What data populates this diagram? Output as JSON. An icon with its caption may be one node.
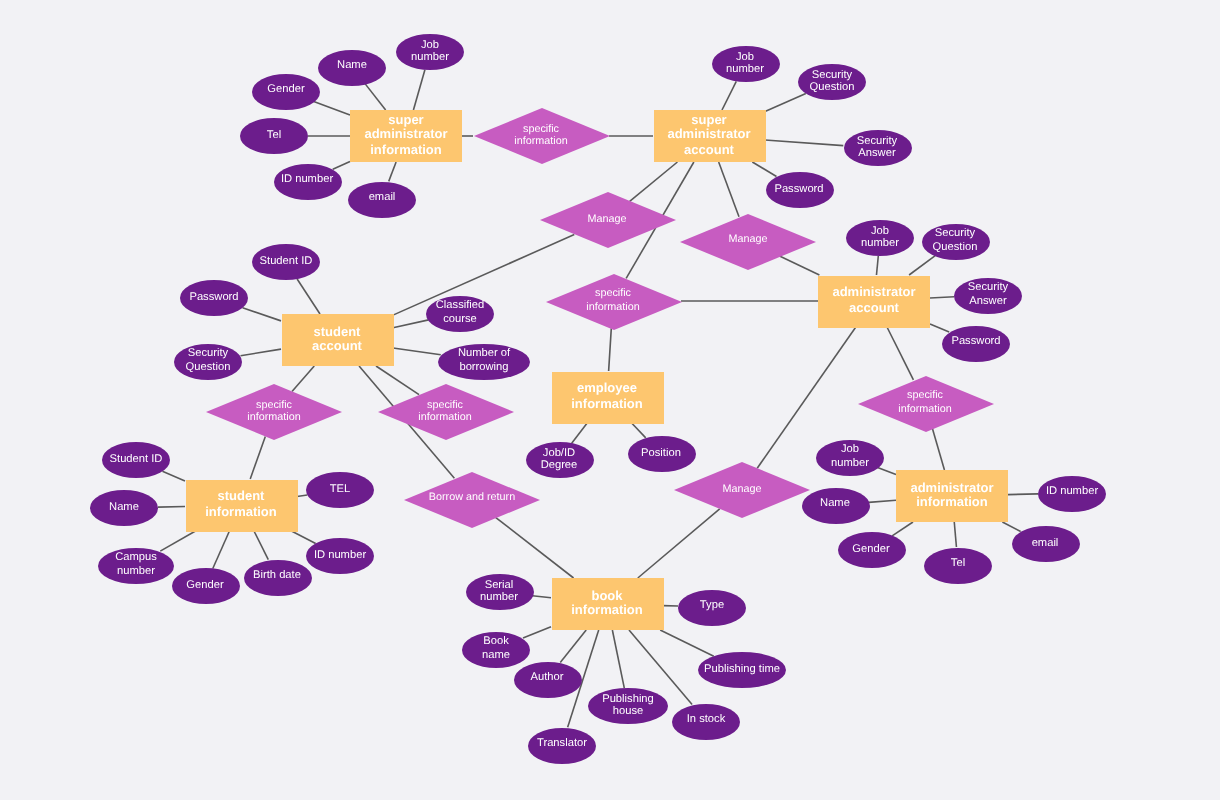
{
  "diagram": {
    "nodes": [
      {
        "text": [
          "super administrator information"
        ]
      },
      {
        "text": [
          "Job number"
        ]
      },
      {
        "text": [
          "Name"
        ]
      },
      {
        "text": [
          "Gender"
        ]
      },
      {
        "text": [
          "Tel"
        ]
      },
      {
        "text": [
          "ID number"
        ]
      },
      {
        "text": [
          "email"
        ]
      },
      {
        "text": [
          "specific information"
        ]
      },
      {
        "text": [
          "super administrator account"
        ]
      },
      {
        "text": [
          "Job number"
        ]
      },
      {
        "text": [
          "Security Question"
        ]
      },
      {
        "text": [
          "Security Answer"
        ]
      },
      {
        "text": [
          "Password"
        ]
      },
      {
        "text": [
          "Manage"
        ]
      },
      {
        "text": [
          "Manage"
        ]
      },
      {
        "text": [
          "Student ID"
        ]
      },
      {
        "text": [
          "Password"
        ]
      },
      {
        "text": [
          "Security Question"
        ]
      },
      {
        "text": [
          "student account"
        ]
      },
      {
        "text": [
          "Classified course"
        ]
      },
      {
        "text": [
          "Number of borrowing"
        ]
      },
      {
        "text": [
          "specific information"
        ]
      },
      {
        "text": [
          "administrator account"
        ]
      },
      {
        "text": [
          "Job number"
        ]
      },
      {
        "text": [
          "Security Question"
        ]
      },
      {
        "text": [
          "Security Answer"
        ]
      },
      {
        "text": [
          "Password"
        ]
      },
      {
        "text": [
          "employee information"
        ]
      },
      {
        "text": [
          "specific information"
        ]
      },
      {
        "text": [
          "specific information"
        ]
      },
      {
        "text": [
          "specific information"
        ]
      },
      {
        "text": [
          "Job/ID Degree"
        ]
      },
      {
        "text": [
          "Position"
        ]
      },
      {
        "text": [
          "Student ID"
        ]
      },
      {
        "text": [
          "Name"
        ]
      },
      {
        "text": [
          "Campus number"
        ]
      },
      {
        "text": [
          "student information"
        ]
      },
      {
        "text": [
          "TEL"
        ]
      },
      {
        "text": [
          "ID number"
        ]
      },
      {
        "text": [
          "Gender"
        ]
      },
      {
        "text": [
          "Birth date"
        ]
      },
      {
        "text": [
          "Borrow and return"
        ]
      },
      {
        "text": [
          "Manage"
        ]
      },
      {
        "text": [
          "administrator information"
        ]
      },
      {
        "text": [
          "Job number"
        ]
      },
      {
        "text": [
          "Name"
        ]
      },
      {
        "text": [
          "Gender"
        ]
      },
      {
        "text": [
          "Tel"
        ]
      },
      {
        "text": [
          "ID number"
        ]
      },
      {
        "text": [
          "email"
        ]
      },
      {
        "text": [
          "Serial number"
        ]
      },
      {
        "text": [
          "Book name"
        ]
      },
      {
        "text": [
          "book information"
        ]
      },
      {
        "text": [
          "Type"
        ]
      },
      {
        "text": [
          "Author"
        ]
      },
      {
        "text": [
          "Publishing house"
        ]
      },
      {
        "text": [
          "Publishing time"
        ]
      },
      {
        "text": [
          "Translator"
        ]
      },
      {
        "text": [
          "In stock"
        ]
      }
    ],
    "edges": [
      {
        "from": 1,
        "to": 0,
        "arrow": "none"
      },
      {
        "from": 2,
        "to": 0,
        "arrow": "none"
      },
      {
        "from": 3,
        "to": 0,
        "arrow": "none"
      },
      {
        "from": 4,
        "to": 0,
        "arrow": "none"
      },
      {
        "from": 5,
        "to": 0,
        "arrow": "none"
      },
      {
        "from": 6,
        "to": 0,
        "arrow": "none"
      },
      {
        "from": 0,
        "to": 7,
        "arrow": "none"
      },
      {
        "from": 7,
        "to": 8,
        "arrow": "none"
      },
      {
        "from": 9,
        "to": 8,
        "arrow": "none"
      },
      {
        "from": 10,
        "to": 8,
        "arrow": "none"
      },
      {
        "from": 11,
        "to": 8,
        "arrow": "none"
      },
      {
        "from": 12,
        "to": 8,
        "arrow": "none"
      },
      {
        "from": 8,
        "to": 13,
        "arrow": "none"
      },
      {
        "from": 13,
        "to": 18,
        "arrow": "none"
      },
      {
        "from": 8,
        "to": 14,
        "arrow": "none"
      },
      {
        "from": 14,
        "to": 22,
        "arrow": "none"
      },
      {
        "from": 15,
        "to": 18,
        "arrow": "none"
      },
      {
        "from": 16,
        "to": 18,
        "arrow": "none"
      },
      {
        "from": 17,
        "to": 18,
        "arrow": "none"
      },
      {
        "from": 19,
        "to": 18,
        "arrow": "none"
      },
      {
        "from": 20,
        "to": 18,
        "arrow": "none"
      },
      {
        "from": 8,
        "to": 21,
        "arrow": "none"
      },
      {
        "from": 21,
        "to": 22,
        "arrow": "none"
      },
      {
        "from": 21,
        "to": 27,
        "arrow": "none"
      },
      {
        "from": 23,
        "to": 22,
        "arrow": "none"
      },
      {
        "from": 24,
        "to": 22,
        "arrow": "none"
      },
      {
        "from": 25,
        "to": 22,
        "arrow": "none"
      },
      {
        "from": 26,
        "to": 22,
        "arrow": "none"
      },
      {
        "from": 18,
        "to": 28,
        "arrow": "none"
      },
      {
        "from": 28,
        "to": 36,
        "arrow": "none"
      },
      {
        "from": 18,
        "to": 29,
        "arrow": "none"
      },
      {
        "from": 22,
        "to": 30,
        "arrow": "none"
      },
      {
        "from": 30,
        "to": 43,
        "arrow": "none"
      },
      {
        "from": 31,
        "to": 27,
        "arrow": "none"
      },
      {
        "from": 32,
        "to": 27,
        "arrow": "none"
      },
      {
        "from": 33,
        "to": 36,
        "arrow": "none"
      },
      {
        "from": 34,
        "to": 36,
        "arrow": "none"
      },
      {
        "from": 35,
        "to": 36,
        "arrow": "none"
      },
      {
        "from": 37,
        "to": 36,
        "arrow": "none"
      },
      {
        "from": 38,
        "to": 36,
        "arrow": "none"
      },
      {
        "from": 39,
        "to": 36,
        "arrow": "none"
      },
      {
        "from": 40,
        "to": 36,
        "arrow": "none"
      },
      {
        "from": 18,
        "to": 41,
        "arrow": "none"
      },
      {
        "from": 41,
        "to": 52,
        "arrow": "none"
      },
      {
        "from": 22,
        "to": 42,
        "arrow": "none"
      },
      {
        "from": 42,
        "to": 52,
        "arrow": "none"
      },
      {
        "from": 44,
        "to": 43,
        "arrow": "none"
      },
      {
        "from": 45,
        "to": 43,
        "arrow": "none"
      },
      {
        "from": 46,
        "to": 43,
        "arrow": "none"
      },
      {
        "from": 47,
        "to": 43,
        "arrow": "none"
      },
      {
        "from": 48,
        "to": 43,
        "arrow": "none"
      },
      {
        "from": 49,
        "to": 43,
        "arrow": "none"
      },
      {
        "from": 50,
        "to": 52,
        "arrow": "none"
      },
      {
        "from": 51,
        "to": 52,
        "arrow": "none"
      },
      {
        "from": 53,
        "to": 52,
        "arrow": "none"
      },
      {
        "from": 54,
        "to": 52,
        "arrow": "none"
      },
      {
        "from": 55,
        "to": 52,
        "arrow": "none"
      },
      {
        "from": 56,
        "to": 52,
        "arrow": "none"
      },
      {
        "from": 57,
        "to": 52,
        "arrow": "none"
      },
      {
        "from": 58,
        "to": 52,
        "arrow": "none"
      }
    ]
  }
}
